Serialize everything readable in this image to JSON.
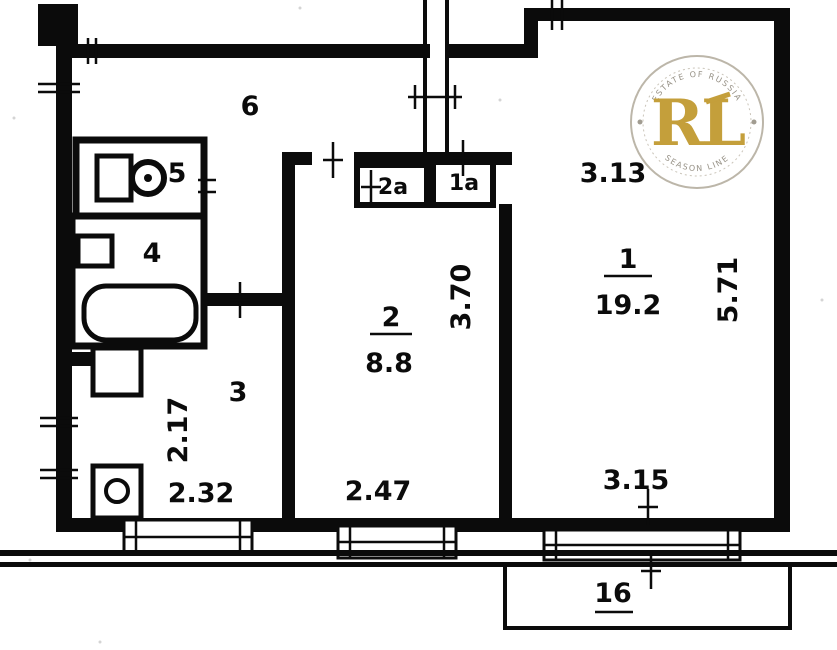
{
  "plan": {
    "ink": "#0b0b0b",
    "paper": "#ffffff",
    "rooms": {
      "r1": {
        "number": "1",
        "area": "19.2"
      },
      "r2": {
        "number": "2",
        "area": "8.8"
      },
      "r3": {
        "number": "3"
      },
      "r4": {
        "number": "4"
      },
      "r5": {
        "number": "5"
      },
      "r6": {
        "number": "6"
      },
      "c2a": {
        "number": "2а"
      },
      "c1a": {
        "number": "1а"
      },
      "balcony": {
        "number": "16"
      }
    },
    "dimensions": {
      "room1_width": "3.13",
      "room1_depth": "5.71",
      "room2_depth": "3.70",
      "room2_width": "2.47",
      "hall_depth": "2.17",
      "hall_width": "2.32",
      "balcony_width": "3.15"
    }
  },
  "watermark": {
    "monogram": "RL",
    "arc_top": "ESTATE OF RUSSIA",
    "arc_bottom": "SEASON LINE",
    "gold": "#c0972b",
    "ring": "#b7b0a2"
  }
}
